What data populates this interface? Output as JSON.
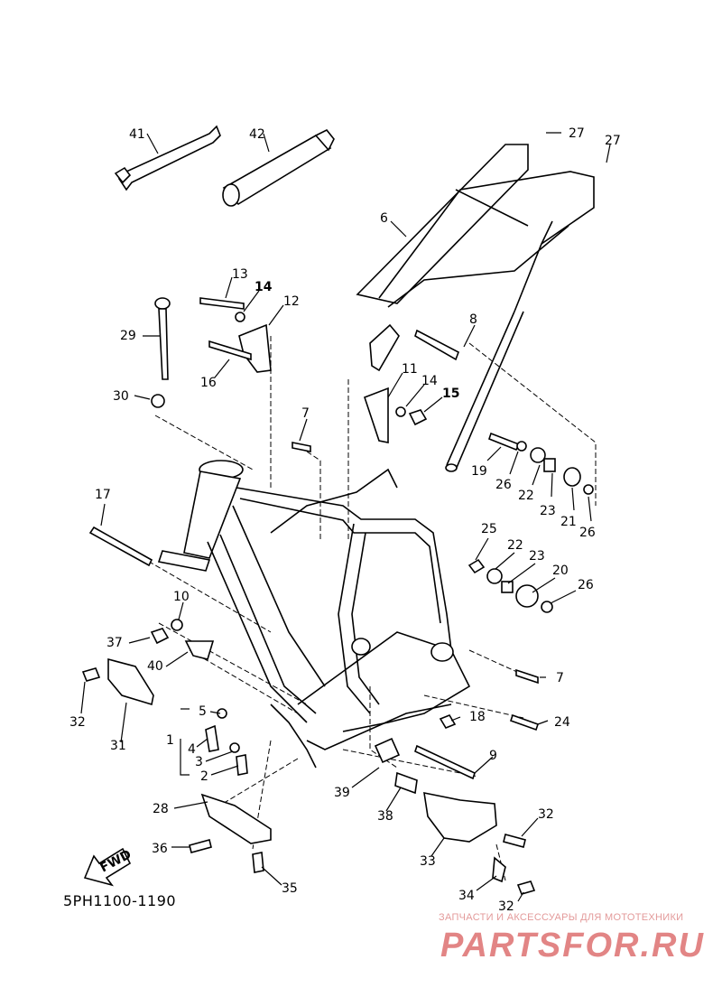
{
  "diagram": {
    "code": "5PH1100-1190",
    "fwd_label": "FWD",
    "labels": {
      "p41": "41",
      "p42": "42",
      "p27a": "27",
      "p27b": "27",
      "p6": "6",
      "p13": "13",
      "p14a": "14",
      "p12": "12",
      "p29": "29",
      "p16": "16",
      "p30": "30",
      "p8": "8",
      "p11": "11",
      "p14b": "14",
      "p15": "15",
      "p7a": "7",
      "p19": "19",
      "p26a": "26",
      "p22a": "22",
      "p23a": "23",
      "p21": "21",
      "p26b": "26",
      "p17": "17",
      "p25": "25",
      "p22b": "22",
      "p23b": "23",
      "p20": "20",
      "p26c": "26",
      "p10": "10",
      "p37": "37",
      "p40": "40",
      "p7b": "7",
      "p32a": "32",
      "p5": "5",
      "p18": "18",
      "p24": "24",
      "p31": "31",
      "p1": "1",
      "p4": "4",
      "p9": "9",
      "p3": "3",
      "p2": "2",
      "p39": "39",
      "p28": "28",
      "p38": "38",
      "p32b": "32",
      "p36": "36",
      "p33": "33",
      "p35": "35",
      "p34": "34",
      "p32c": "32"
    }
  },
  "watermark": {
    "tagline": "ЗАПЧАСТИ И АКСЕССУАРЫ ДЛЯ МОТОТЕХНИКИ",
    "logo": "PARTSFOR.RU"
  }
}
